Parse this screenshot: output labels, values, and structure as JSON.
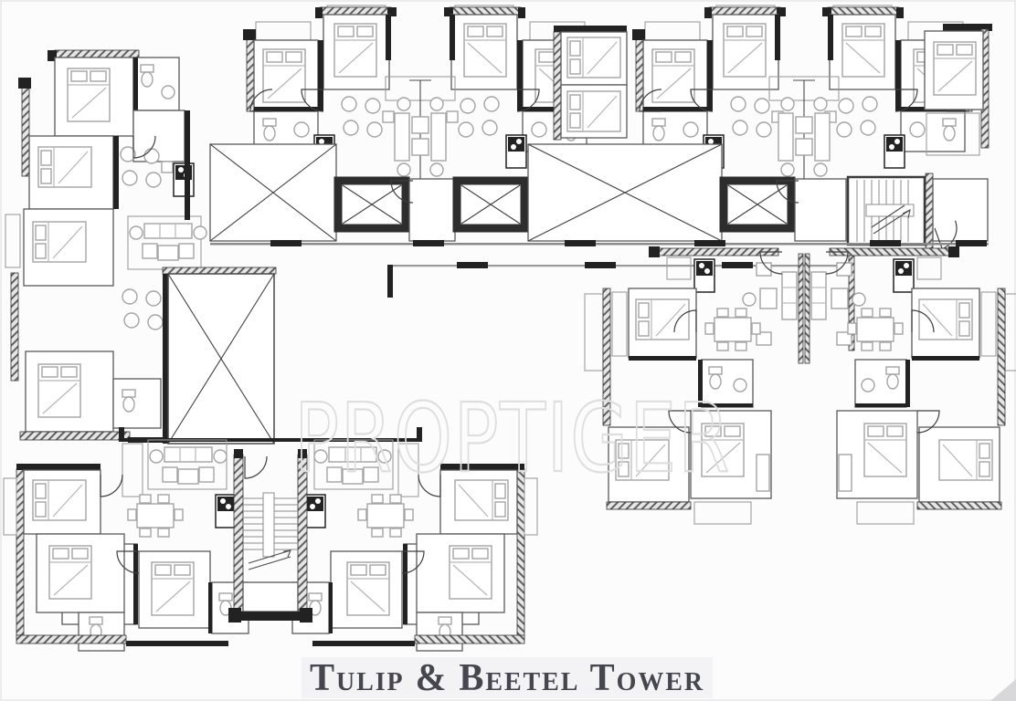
{
  "page": {
    "background_color": "#fcfcfc",
    "border_color": "#ececec"
  },
  "watermark": {
    "text": "PROPTIGER",
    "outline_color": "#dedede"
  },
  "title": {
    "text": "Tulip & Beetel Tower",
    "color": "#46464e",
    "band_color": "#f3f3f5"
  },
  "plan": {
    "colors": {
      "wall": "#313131",
      "hatch_wall": "#606060",
      "partition": "#595959",
      "furniture": "#a4a4a4"
    },
    "wings": [
      "top-center-wing",
      "top-right-wing",
      "left-wing",
      "right-wing",
      "bottom-left-wing"
    ],
    "features": [
      "bedroom",
      "bathroom",
      "kitchen",
      "dining-area",
      "living-area",
      "balcony",
      "elevator-shaft",
      "staircase",
      "duct-shaft",
      "corridor",
      "entry-door"
    ]
  }
}
